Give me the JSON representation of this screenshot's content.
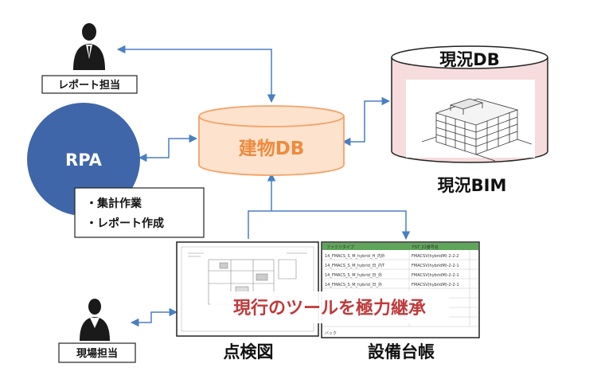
{
  "colors": {
    "arrow": "#4a7fc1",
    "rpa_fill": "#3f66a9",
    "db_fill": "#fde3cd",
    "db_stroke": "#f4a26a",
    "db_text": "#ee8a3e",
    "current_db_fill": "#f6dcdc",
    "banner_text": "#c0393b",
    "sheet_header": "#5fa55a"
  },
  "actors": {
    "report_owner": {
      "label": "レポート担当",
      "icon": "businessman-icon"
    },
    "site_owner": {
      "label": "現場担当",
      "icon": "person-icon"
    }
  },
  "rpa": {
    "label": "RPA",
    "tasks": [
      "・集計作業",
      "・レポート作成"
    ]
  },
  "building_db": {
    "label": "建物DB"
  },
  "current_db": {
    "label": "現況DB",
    "model_label": "現況BIM"
  },
  "documents": {
    "inspection_drawing": {
      "label": "点検図"
    },
    "equipment_ledger": {
      "label": "設備台帳",
      "headers": [
        "ファミリタイプ",
        "FST_22番号名"
      ],
      "rows": [
        [
          "14_FMACS_S_M_hybrid_H_内外",
          "FMACSV(hybridM) 2-2-2"
        ],
        [
          "14_FMACS_S_M_hybrid_日_内T",
          "FMACSV(hybridM)-2-2-1"
        ],
        [
          "14_FMACS_S_M_hybrid_日_外",
          "FMACSV(hybridM)-2-2-1"
        ],
        [
          "14_FMACS_S_M_hybrid_日_外",
          "FMACSV(hybridM)-2-2-1"
        ]
      ],
      "footer_tab": "バック"
    }
  },
  "banner": {
    "label": "現行のツールを極力継承"
  }
}
